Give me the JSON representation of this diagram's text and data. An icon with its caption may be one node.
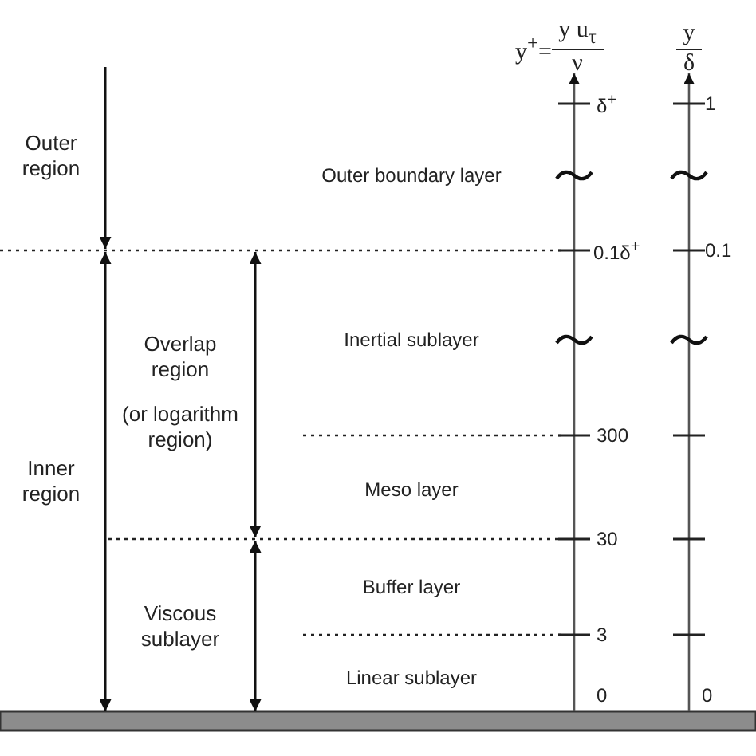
{
  "diagram": {
    "labels": [
      "y$^{+}$=",
      "y u$_{τ}$",
      "ν",
      "y",
      "δ",
      "δ$^{+}$",
      "1",
      "Outer region",
      "Outer boundary layer",
      "0.1δ$^{+}$",
      "0.1",
      "Overlap region",
      "Inertial sublayer",
      "(or logarithm region)",
      "300",
      "Inner region",
      "Meso layer",
      "30",
      "Buffer layer",
      "Viscous sublayer",
      "3",
      "Linear sublayer",
      "0",
      "0"
    ]
  }
}
